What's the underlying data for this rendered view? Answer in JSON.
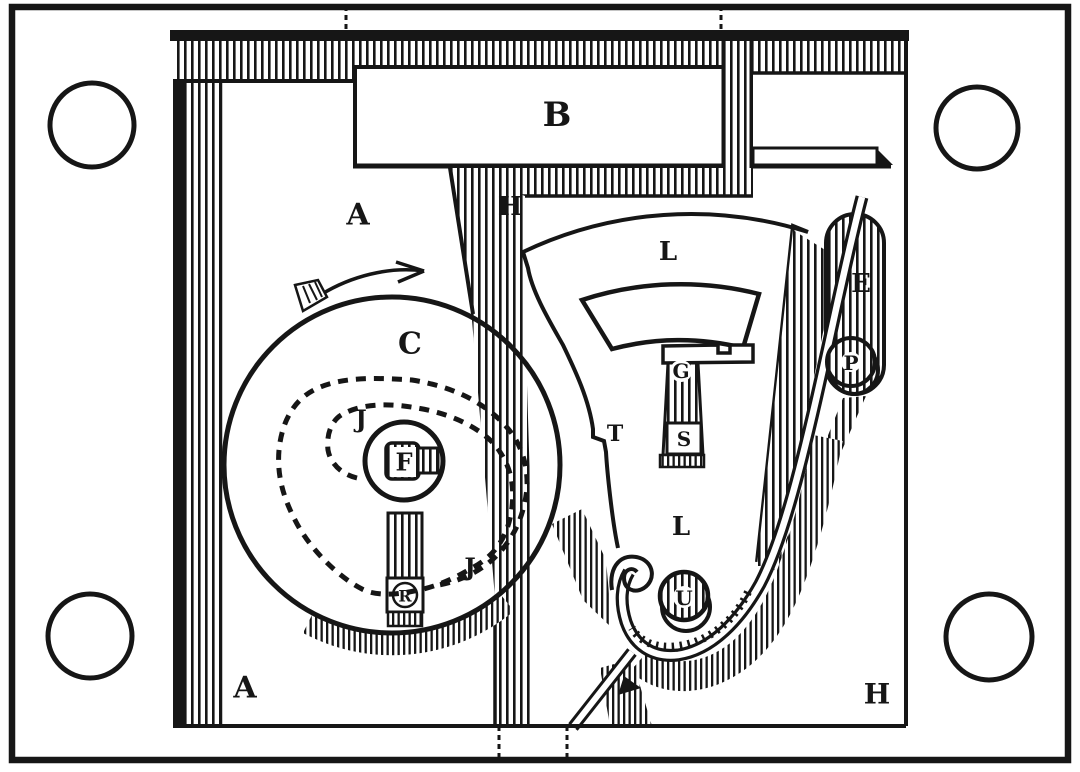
{
  "figure": {
    "labels": [
      {
        "id": "A-upper",
        "text": "A"
      },
      {
        "id": "A-lower",
        "text": "A"
      },
      {
        "id": "B-bolt",
        "text": "B"
      },
      {
        "id": "C-wheel",
        "text": "C"
      },
      {
        "id": "E-capsule",
        "text": "E"
      },
      {
        "id": "F-arbor",
        "text": "F"
      },
      {
        "id": "G-tee",
        "text": "G"
      },
      {
        "id": "H-upper",
        "text": "H"
      },
      {
        "id": "H-lower",
        "text": "H"
      },
      {
        "id": "J-spiral-inner",
        "text": "J"
      },
      {
        "id": "J-spiral-outer",
        "text": "J"
      },
      {
        "id": "L-sector",
        "text": "L"
      },
      {
        "id": "L-lever",
        "text": "L"
      },
      {
        "id": "P-pin",
        "text": "P"
      },
      {
        "id": "R-stud",
        "text": "R"
      },
      {
        "id": "S-stud",
        "text": "S"
      },
      {
        "id": "T-lever",
        "text": "T"
      },
      {
        "id": "U-stud",
        "text": "U"
      }
    ],
    "colors": {
      "ink": "#161616",
      "paper": "#ffffff"
    }
  }
}
